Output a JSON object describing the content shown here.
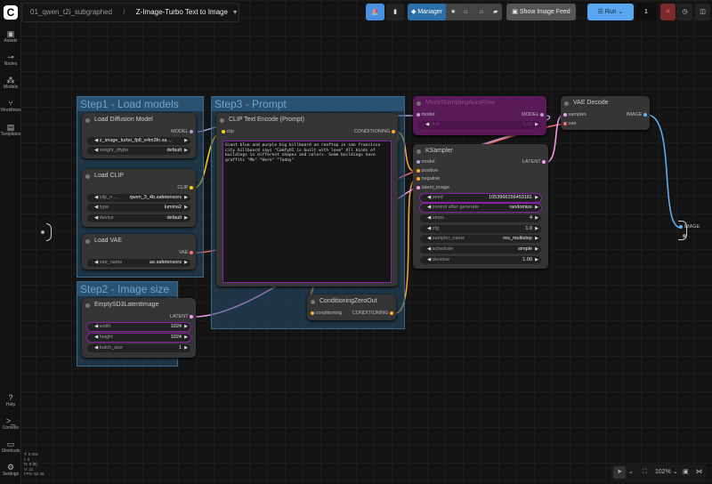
{
  "header": {
    "workflow_file": "01_qwen_t2i_subgraphed",
    "subgraph": "Z-Image-Turbo Text to Image",
    "separator": "/"
  },
  "toolbar": {
    "manager": "Manager",
    "show_image_feed": "Show Image Feed",
    "run": "Run",
    "batch_count": "1"
  },
  "sidebar": {
    "top": [
      {
        "label": "Assets",
        "icon": "image-icon"
      },
      {
        "label": "Nodes",
        "icon": "nodes-icon"
      },
      {
        "label": "Models",
        "icon": "models-icon"
      },
      {
        "label": "Workflows",
        "icon": "workflow-icon"
      },
      {
        "label": "Templates",
        "icon": "templates-icon"
      }
    ],
    "bottom": [
      {
        "label": "Help",
        "icon": "help-icon"
      },
      {
        "label": "Console",
        "icon": "terminal-icon"
      },
      {
        "label": "Shortcuts",
        "icon": "keyboard-icon"
      },
      {
        "label": "Settings",
        "icon": "gear-icon"
      }
    ]
  },
  "stats": [
    "T: 0.00s",
    "I: 0",
    "N: 8 [8]",
    "V: 21",
    "FPS: 62.36"
  ],
  "groups": {
    "step1": "Step1 - Load models",
    "step2": "Step2 - Image size",
    "step3": "Step3 - Prompt"
  },
  "nodes": {
    "load_diffusion": {
      "title": "Load Diffusion Model",
      "out": "MODEL",
      "unet_name": "z_image_turbo_fp8_e4m3fn.sa ...",
      "weight_dtype_label": "weight_dtype",
      "weight_dtype": "default"
    },
    "load_clip": {
      "title": "Load CLIP",
      "out": "CLIP",
      "clip_name_label": "clip_n ...",
      "clip_name": "qwen_3_4b.safetensors",
      "type_label": "type",
      "type": "lumina2",
      "device_label": "device",
      "device": "default"
    },
    "load_vae": {
      "title": "Load VAE",
      "out": "VAE",
      "vae_name_label": "vae_name",
      "vae_name": "ae.safetensors"
    },
    "empty_latent": {
      "title": "EmptySD3LatentImage",
      "out": "LATENT",
      "width_label": "width",
      "width": "1024",
      "height_label": "height",
      "height": "1024",
      "batch_label": "batch_size",
      "batch": "1"
    },
    "clip_text": {
      "title": "CLIP Text Encode (Prompt)",
      "in": "clip",
      "out": "CONDITIONING",
      "text": "Giant blue and purple big billboard on rooftop in san francisco city billboard says \"ComfyUI is built with love\" All kinds of buildings in different shapes and colors. Some buildings have graffiti \"Me\" \"Here\" \"Today\""
    },
    "zero_out": {
      "title": "ConditioningZeroOut",
      "in": "conditioning",
      "out": "CONDITIONING"
    },
    "aura": {
      "title": "ModelSamplingAuraFlow",
      "in": "model",
      "out": "MODEL",
      "shift_label": "shift",
      "shift": "3.00"
    },
    "ksampler": {
      "title": "KSampler",
      "inputs": [
        "model",
        "positive",
        "negative",
        "latent_image"
      ],
      "out": "LATENT",
      "widgets": [
        {
          "label": "seed",
          "value": "1053966156453181"
        },
        {
          "label": "control after generate",
          "value": "randomize"
        },
        {
          "label": "steps",
          "value": "4"
        },
        {
          "label": "cfg",
          "value": "1.0"
        },
        {
          "label": "sampler_name",
          "value": "res_multistep"
        },
        {
          "label": "scheduler",
          "value": "simple"
        },
        {
          "label": "denoise",
          "value": "1.00"
        }
      ]
    },
    "vae_decode": {
      "title": "VAE Decode",
      "in1": "samples",
      "in2": "vae",
      "out": "IMAGE"
    },
    "output": {
      "label": "IMAGE"
    }
  },
  "canvas": {
    "zoom": "102%"
  },
  "colors": {
    "model": "#b39ddb",
    "clip": "#ffd500",
    "vae": "#ff6e6e",
    "conditioning": "#ffa931",
    "latent": "#ff9cf9",
    "image": "#64b5f6",
    "accent": "#3a8ee6"
  }
}
